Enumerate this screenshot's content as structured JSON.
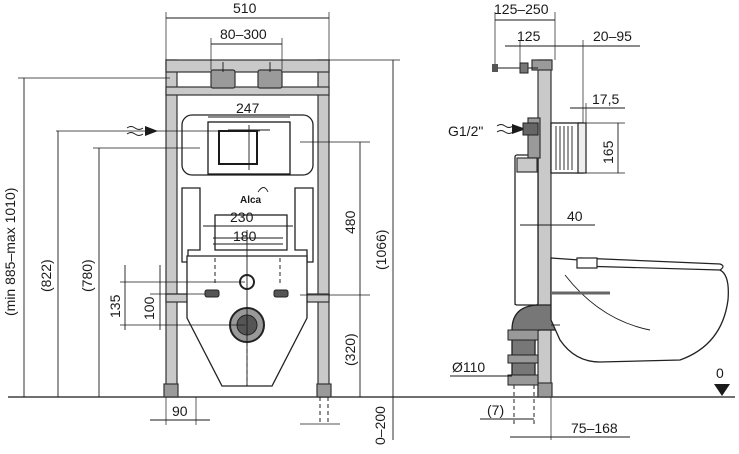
{
  "front_view": {
    "dim_total_width": "510",
    "dim_bracket_spacing": "80–300",
    "dim_flush_plate_width": "247",
    "dim_inner_230": "230",
    "dim_inner_180": "180",
    "dim_height_480": "480",
    "dim_height_1066": "(1066)",
    "dim_height_822": "(822)",
    "dim_height_780": "(780)",
    "dim_adjustable_height": "(min 885–max 1010)",
    "dim_135": "135",
    "dim_100": "100",
    "dim_320": "(320)",
    "dim_foot_90": "90",
    "dim_floor_adjust": "0–200",
    "brand_logo": "Alca"
  },
  "side_view": {
    "dim_125_250": "125–250",
    "dim_125": "125",
    "dim_20_95": "20–95",
    "dim_17_5": "17,5",
    "dim_165": "165",
    "dim_40": "40",
    "dim_pipe_diameter": "Ø110",
    "dim_7": "(7)",
    "dim_75_168": "75–168",
    "water_inlet": "G1/2\"",
    "floor_level": "0"
  }
}
